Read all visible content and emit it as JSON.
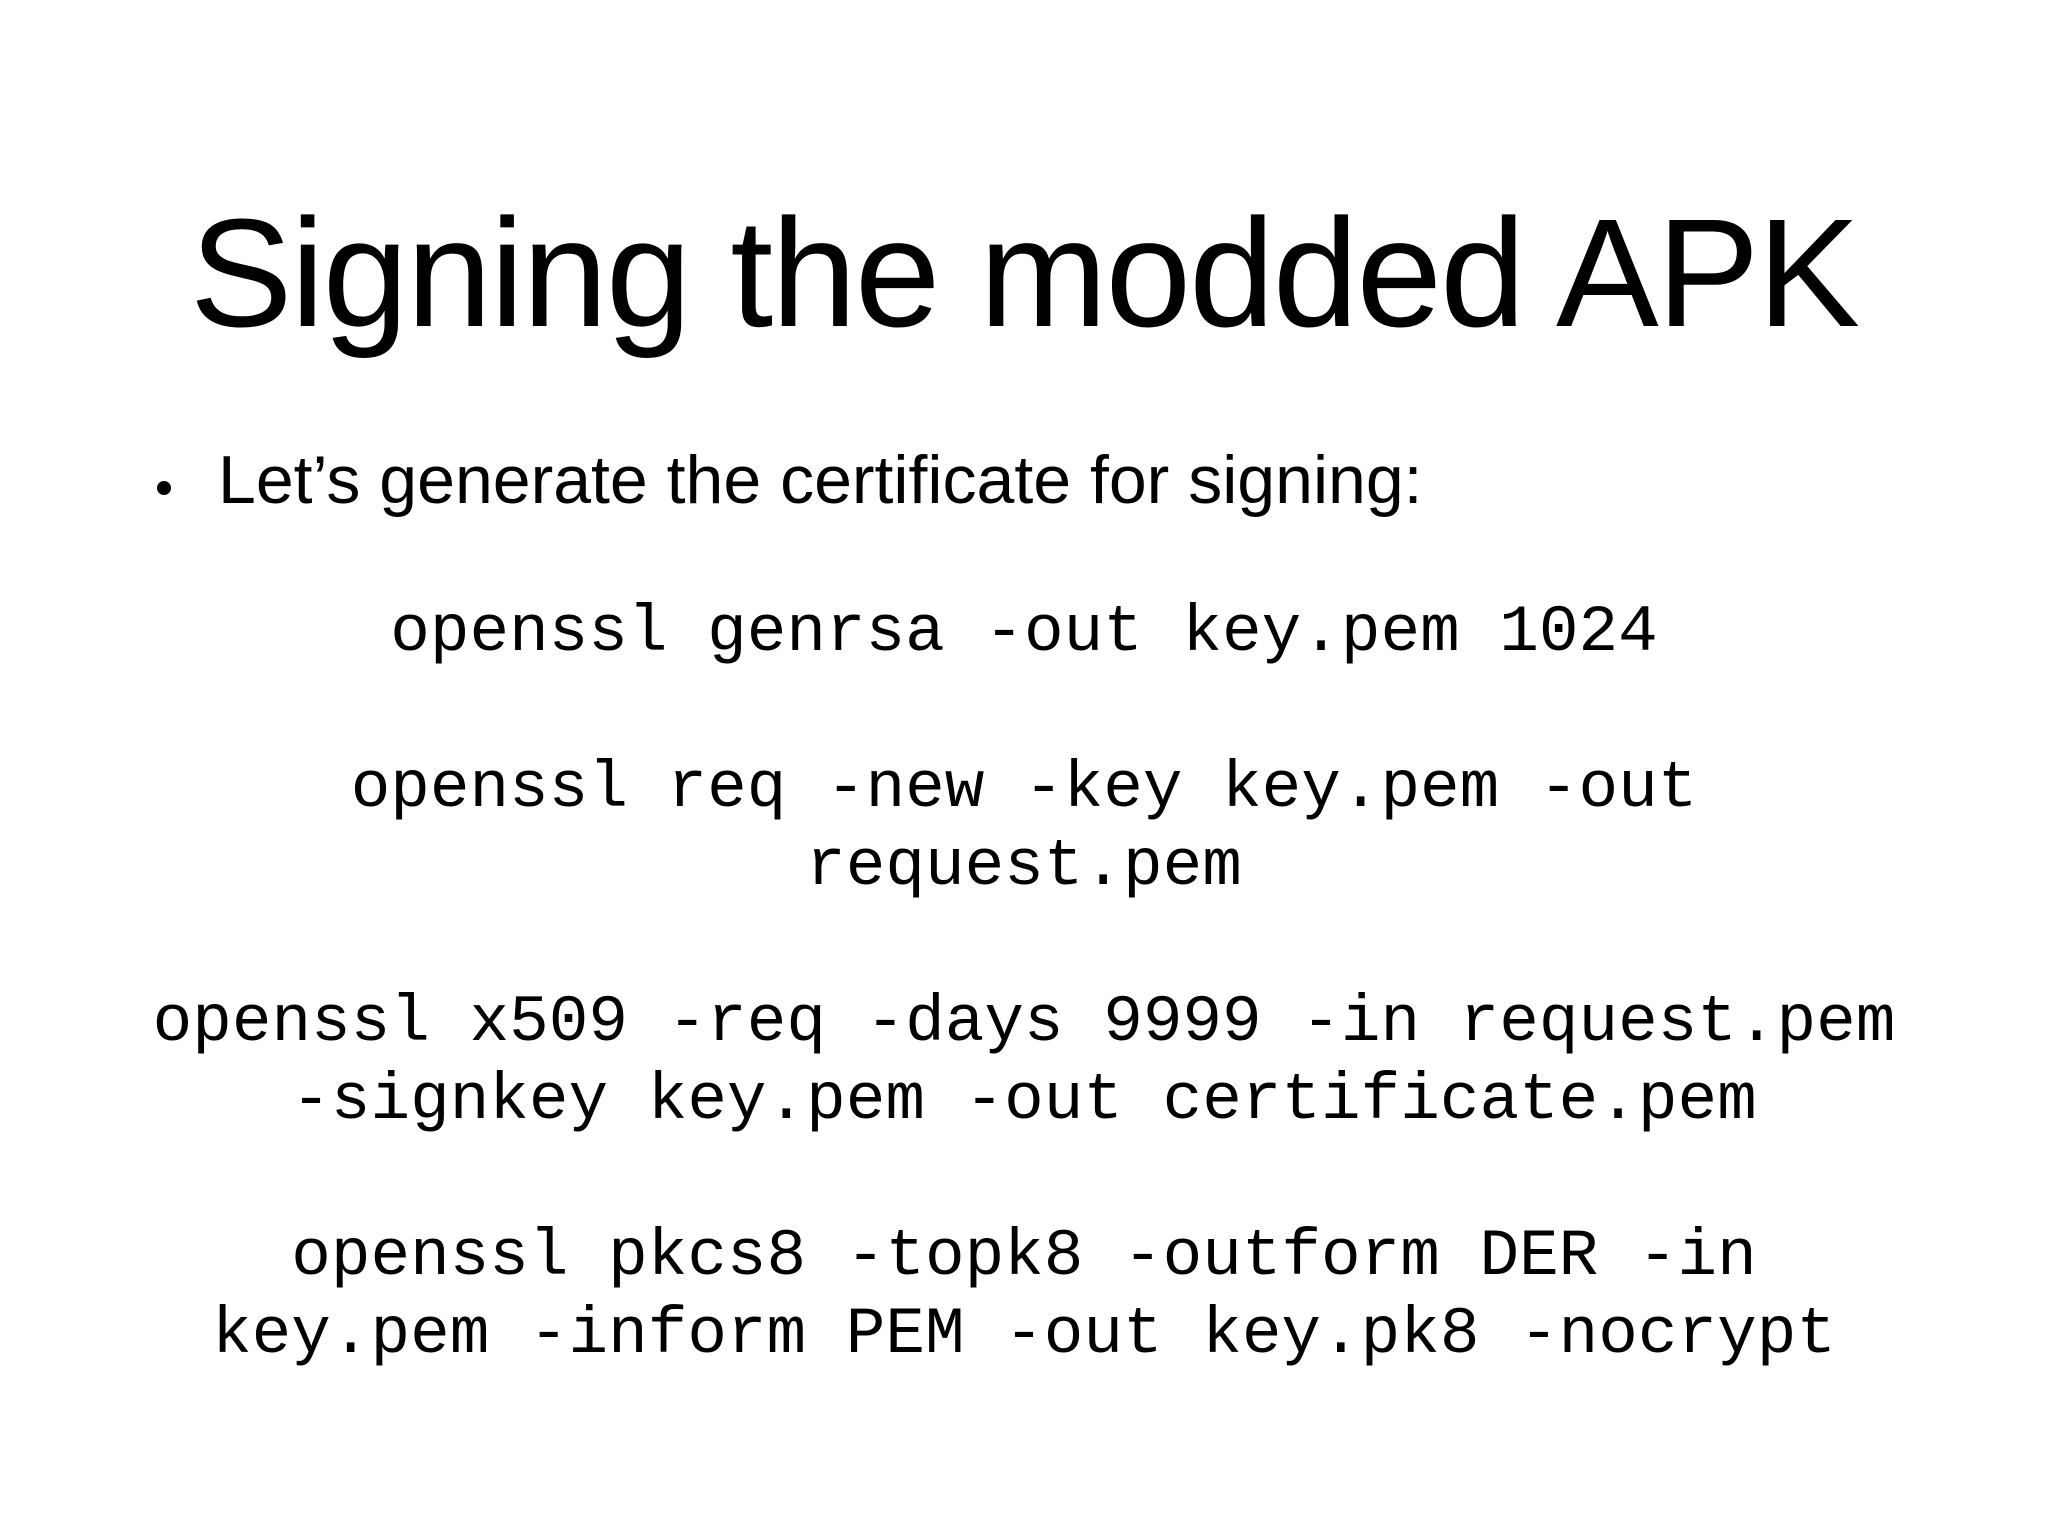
{
  "slide": {
    "title": "Signing the modded APK",
    "bullet": "Let’s generate the certificate for signing:",
    "commands": [
      "openssl genrsa -out key.pem 1024",
      "openssl req -new -key key.pem -out\nrequest.pem",
      "openssl x509 -req -days 9999 -in request.pem\n-signkey key.pem -out certificate.pem",
      "openssl pkcs8 -topk8 -outform DER -in\nkey.pem -inform PEM -out key.pk8 -nocrypt"
    ],
    "colors": {
      "background": "#ffffff",
      "text": "#000000"
    }
  }
}
